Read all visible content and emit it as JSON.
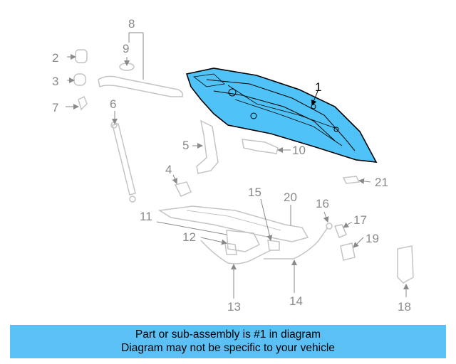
{
  "colors": {
    "highlight": "#4fc3f7",
    "part_outline": "#c4c4c4",
    "callout": "#8a8a8a",
    "banner": "#5bc0f5"
  },
  "callouts": {
    "c1": "1",
    "c2": "2",
    "c3": "3",
    "c4": "4",
    "c5": "5",
    "c6": "6",
    "c7": "7",
    "c8": "8",
    "c9": "9",
    "c10": "10",
    "c11": "11",
    "c12": "12",
    "c13": "13",
    "c14": "14",
    "c15": "15",
    "c16": "16",
    "c17": "17",
    "c18": "18",
    "c19": "19",
    "c20": "20",
    "c21": "21"
  },
  "banner": {
    "line1": "Part or sub-assembly is #1 in diagram",
    "line2": "Diagram may not be specific to your vehicle"
  }
}
